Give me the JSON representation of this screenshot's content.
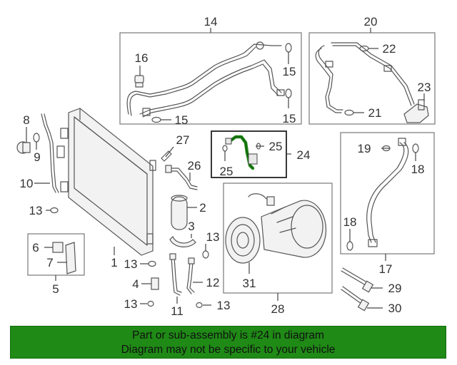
{
  "banner": {
    "line1": "Part or sub-assembly is #24 in diagram",
    "line2": "Diagram may not be specific to your vehicle"
  },
  "highlight_color": "#1f8a16",
  "callouts": {
    "c14": "14",
    "c20": "20",
    "c22": "22",
    "c23": "23",
    "c16": "16",
    "c15a": "15",
    "c15b": "15",
    "c15c": "15",
    "c21": "21",
    "c8": "8",
    "c9": "9",
    "c27": "27",
    "c26": "26",
    "c25a": "25",
    "c25b": "25",
    "c24": "24",
    "c19": "19",
    "c18a": "18",
    "c18b": "18",
    "c10": "10",
    "c13a": "13",
    "c2": "2",
    "c3": "3",
    "c13b": "13",
    "c6": "6",
    "c7": "7",
    "c5": "5",
    "c1": "1",
    "c13c": "13",
    "c4": "4",
    "c12": "12",
    "c13d": "13",
    "c13e": "13",
    "c11": "11",
    "c31": "31",
    "c28": "28",
    "c17": "17",
    "c29": "29",
    "c30": "30"
  }
}
